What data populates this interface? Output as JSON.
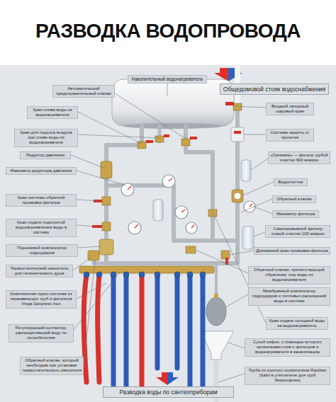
{
  "diagram": {
    "title": "РАЗВОДКА ВОДОПРОВОДА",
    "nodes": [
      {
        "text": [
          "Накопительный водонагреватель"
        ]
      },
      {
        "text": [
          "Общедомовой стояк водоснабжения"
        ]
      },
      {
        "text": [
          "Автоматический предохранительный клапан"
        ]
      },
      {
        "text": [
          "Кран слива воды из водонагревателя"
        ]
      },
      {
        "text": [
          "Кран для подсоса воздуха при сливе воды из водонагревателя"
        ]
      },
      {
        "text": [
          "Редуктор давления"
        ]
      },
      {
        "text": [
          "Манометр редуктора давления"
        ]
      },
      {
        "text": [
          "Кран системы обратной промывки фильтра"
        ]
      },
      {
        "text": [
          "Кран подачи подогретой водонагревателем воды в систему"
        ]
      },
      {
        "text": [
          "Поршневой компенсатор гидроударов"
        ]
      },
      {
        "text": [
          "Термостатический смеситель для гигиенического душа"
        ]
      },
      {
        "text": [
          "Комплексная пресс-система из нержавеющих труб и фитингов Viega Sanpress Inox"
        ]
      },
      {
        "text": [
          "Регулирующий коллектор, распределяющий воду по потребителям"
        ]
      },
      {
        "text": [
          "Обратный клапан, который необходим при установке термостатического смесителя"
        ]
      },
      {
        "text": [
          "Входной запорный шаровый кран"
        ]
      },
      {
        "text": [
          "Система защиты от протечек"
        ]
      },
      {
        "text": [
          "«Грязевик» — фильтр грубой очистки 600 микрон"
        ]
      },
      {
        "text": [
          "Водосчетчик"
        ]
      },
      {
        "text": [
          "Обратный клапан"
        ]
      },
      {
        "text": [
          "Манометр фильтра"
        ]
      },
      {
        "text": [
          "Самопромывной фильтр тонкой очистки 100 микрон"
        ]
      },
      {
        "text": [
          "Дренажный кран промывки фильтра"
        ]
      },
      {
        "text": [
          "Обратный клапан, препятствующий обратному току воды из водонагревателя"
        ]
      },
      {
        "text": [
          "Мембранный компенсатор гидроударов и тепловых расширений воды в системе"
        ]
      },
      {
        "text": [
          "Кран подачи холодной воды на водонагреватель"
        ]
      },
      {
        "text": [
          "Сухой сифон, с помощью которого организован слив с фильтров и водонагревателя в канализацию"
        ]
      },
      {
        "text": [
          "Труба из сшитого полиэтилена Rautitan Stabil в утеплителе для труб Энергофлекс"
        ]
      },
      {
        "text": [
          "Разводка воды по сантехприборам"
        ]
      }
    ]
  }
}
